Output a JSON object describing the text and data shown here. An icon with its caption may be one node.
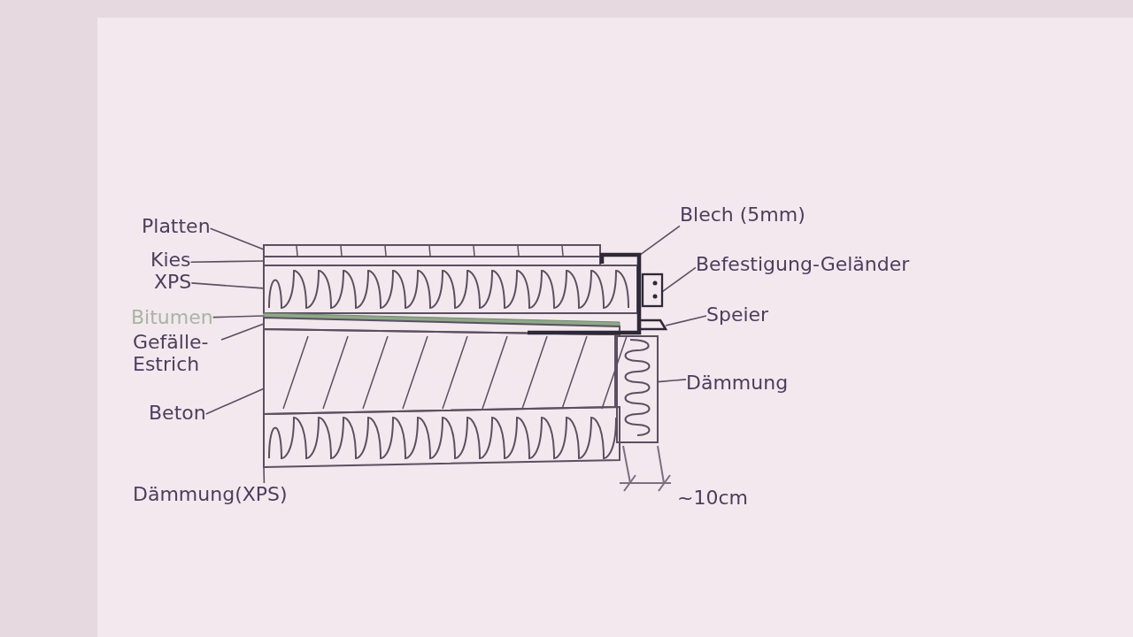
{
  "diagram": {
    "nodes": [
      {
        "text": [
          "Platten"
        ]
      },
      {
        "text": [
          "Kies"
        ]
      },
      {
        "text": [
          "XPS"
        ]
      },
      {
        "text": [
          "Bitumen"
        ]
      },
      {
        "text": [
          "Gefälle- Estrich"
        ]
      },
      {
        "text": [
          "Beton"
        ]
      },
      {
        "text": [
          "Dämmung(XPS)"
        ]
      },
      {
        "text": [
          "Blech (5mm)"
        ]
      },
      {
        "text": [
          "Befestigung-Geländer"
        ]
      },
      {
        "text": [
          "Speier"
        ]
      },
      {
        "text": [
          "Dämmung"
        ]
      },
      {
        "text": [],
        "shape": "bar"
      },
      {
        "text": [],
        "shape": "bar"
      },
      {
        "text": [],
        "shape": "bar"
      },
      {
        "text": [],
        "shape": "bar"
      },
      {
        "text": [],
        "shape": "bar"
      },
      {
        "text": [],
        "shape": "bar"
      },
      {
        "text": [],
        "shape": "bar"
      },
      {
        "text": [],
        "shape": "picture"
      },
      {
        "text": [],
        "shape": "box"
      },
      {
        "text": [],
        "shape": "picture"
      },
      {
        "text": [],
        "shape": "bar"
      }
    ],
    "edges": [
      {
        "from": 0,
        "to": 11,
        "arrow": "none"
      },
      {
        "from": 1,
        "to": 12,
        "arrow": "none"
      },
      {
        "from": 2,
        "to": 13,
        "arrow": "none"
      },
      {
        "from": 3,
        "to": 14,
        "arrow": "none"
      },
      {
        "from": 4,
        "to": 15,
        "arrow": "none"
      },
      {
        "from": 5,
        "to": 16,
        "arrow": "none"
      },
      {
        "from": 6,
        "to": 17,
        "arrow": "none"
      },
      {
        "from": 7,
        "to": 18,
        "arrow": "none"
      },
      {
        "from": 8,
        "to": 19,
        "arrow": "none"
      },
      {
        "from": 9,
        "to": 20,
        "arrow": "none"
      },
      {
        "from": 10,
        "to": 21,
        "arrow": "none"
      }
    ],
    "labels": [
      "~10cm"
    ]
  }
}
